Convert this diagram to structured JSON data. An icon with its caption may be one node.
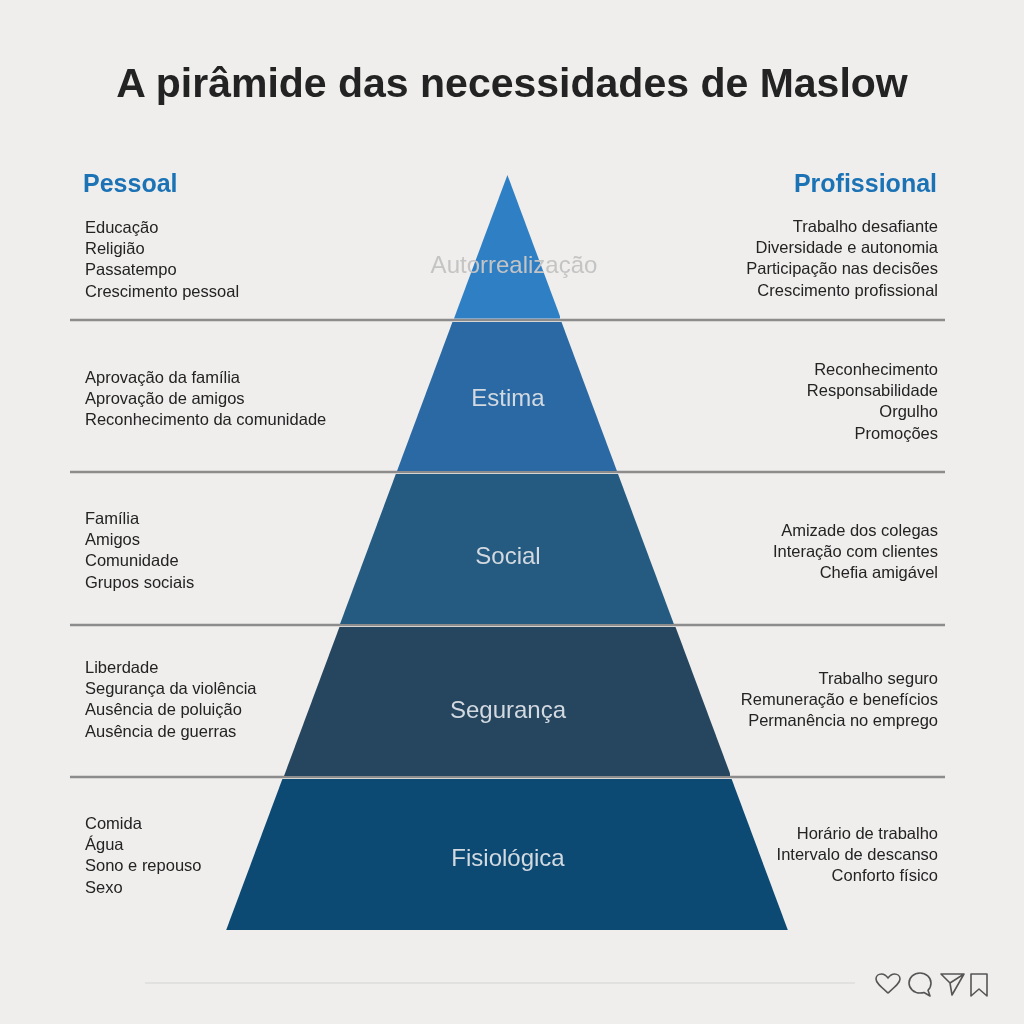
{
  "diagram": {
    "title": "A pirâmide das necessidades de Maslow",
    "nodes": [
      {
        "text": [
          "Autorrealização"
        ]
      },
      {
        "text": [
          "Estima"
        ]
      },
      {
        "text": [
          "Social"
        ]
      },
      {
        "text": [
          "Segurança"
        ]
      },
      {
        "text": [
          "Fisiológica"
        ]
      }
    ],
    "labels": [
      "Pessoal",
      "Profissional",
      "Educação",
      "Religião",
      "Passatempo",
      "Crescimento pessoal",
      "Trabalho desafiante",
      "Diversidade e autonomia",
      "Participação nas decisões",
      "Crescimento profissional",
      "Aprovação da família",
      "Aprovação de amigos",
      "Reconhecimento da comunidade",
      "Reconhecimento",
      "Responsabilidade",
      "Orgulho",
      "Promoções",
      "Família",
      "Amigos",
      "Comunidade",
      "Grupos sociais",
      "Amizade dos colegas",
      "Interação com clientes",
      "Chefia amigável",
      "Liberdade",
      "Segurança da violência",
      "Ausência de poluição",
      "Ausência de guerras",
      "Trabalho seguro",
      "Remuneração e benefícios",
      "Permanência no emprego",
      "Comida",
      "Água",
      "Sono e repouso",
      "Sexo",
      "Horário de trabalho",
      "Intervalo de descanso",
      "Conforto físico"
    ]
  }
}
